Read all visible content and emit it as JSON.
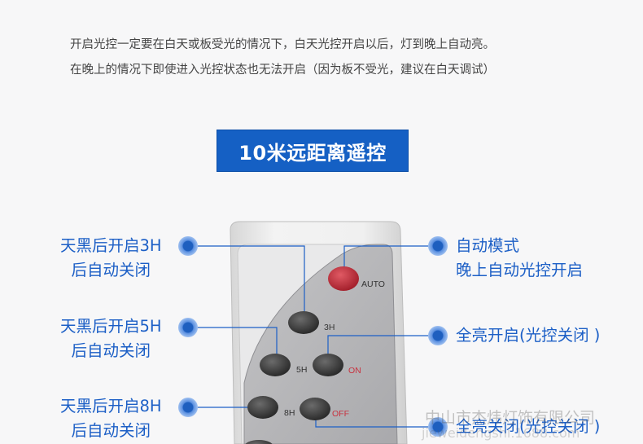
{
  "notes": {
    "line1": "开启光控一定要在白天或板受光的情况下，白天光控开启以后，灯到晚上自动亮。",
    "line2": "在晚上的情况下即使进入光控状态也无法开启（因为板不受光，建议在白天调试）"
  },
  "banner": "10米远距离遥控",
  "remote": {
    "auto": "AUTO",
    "h3": "3H",
    "h5": "5H",
    "on": "ON",
    "h8": "8H",
    "off": "OFF"
  },
  "left_labels": [
    {
      "line1": "天黑后开启3H",
      "line2": "后自动关闭"
    },
    {
      "line1": "天黑后开启5H",
      "line2": "后自动关闭"
    },
    {
      "line1": "天黑后开启8H",
      "line2": "后自动关闭"
    }
  ],
  "right_labels": [
    {
      "line1": "自动模式",
      "line2": "晚上自动光控开启"
    },
    {
      "line1": "全亮开启(光控关闭 )"
    },
    {
      "line1": "全亮关闭(光控关闭 )"
    }
  ],
  "watermark": {
    "company": "中山市杰炜灯饰有限公司",
    "url": "jieweidengshi.1688.com"
  },
  "colors": {
    "accent": "#1c5fc6",
    "banner": "#1560c4",
    "auto_button": "#c8323f"
  }
}
